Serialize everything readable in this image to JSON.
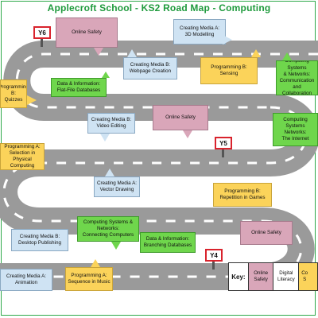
{
  "title": "Applecroft School - KS2 Road Map - Computing",
  "colors": {
    "frame_green": "#2ea84a",
    "title_green": "#1e9a3c",
    "road_grey": "#9a9a9a",
    "creating_media_blue": "#cfe3f3",
    "programming_yellow": "#fbd35a",
    "computing_systems_green": "#6fd64c",
    "online_safety_pink": "#d9a6b9",
    "sign_red": "#d9232d"
  },
  "year_signs": {
    "y6": "Y6",
    "y5": "Y5",
    "y4": "Y4"
  },
  "units": {
    "online_safety_top": "Online Safety",
    "creating_media_3d_modelling": "Creating Media A:\n3D Modelling",
    "computing_communication": "Computing Systems\n& Networks:\nCommunication and\nCollaboration",
    "creating_media_webpage": "Creating Media B:\nWebpage Creation",
    "programming_sensing": "Programming B:\nSensing",
    "programming_quizzes": "Programming B:\nQuizzes",
    "data_flat_file": "Data & Information:\nFlat-File Databases",
    "creating_media_video": "Creating Media B:\nVideo Editing",
    "online_safety_middle": "Online Safety",
    "computing_internet": "Computing Systems\nNetworks:\nThe Internet",
    "programming_physical": "Programming A:\nSelection in Physical\nComputing",
    "creating_media_vector": "Creating Media A:\nVector Drawing",
    "programming_games": "Programming B:\nRepetition in Games",
    "creating_media_desktop": "Creating Media B:\nDesktop Publishing",
    "computing_connecting": "Computing Systems &\nNetworks:\nConnecting Computers",
    "data_branching": "Data & Information:\nBranching Databases",
    "online_safety_bottom": "Online Safety",
    "creating_media_animation": "Creating Media A:\nAnimation",
    "programming_music": "Programming A:\nSequence in Music"
  },
  "key": {
    "label": "Key:",
    "items": [
      {
        "label": "Online\nSafety",
        "color": "#d9a6b9"
      },
      {
        "label": "Digital\nLiteracy",
        "color": "#ffffff"
      },
      {
        "label": "Co\nS",
        "color": "#fbd35a"
      }
    ]
  }
}
